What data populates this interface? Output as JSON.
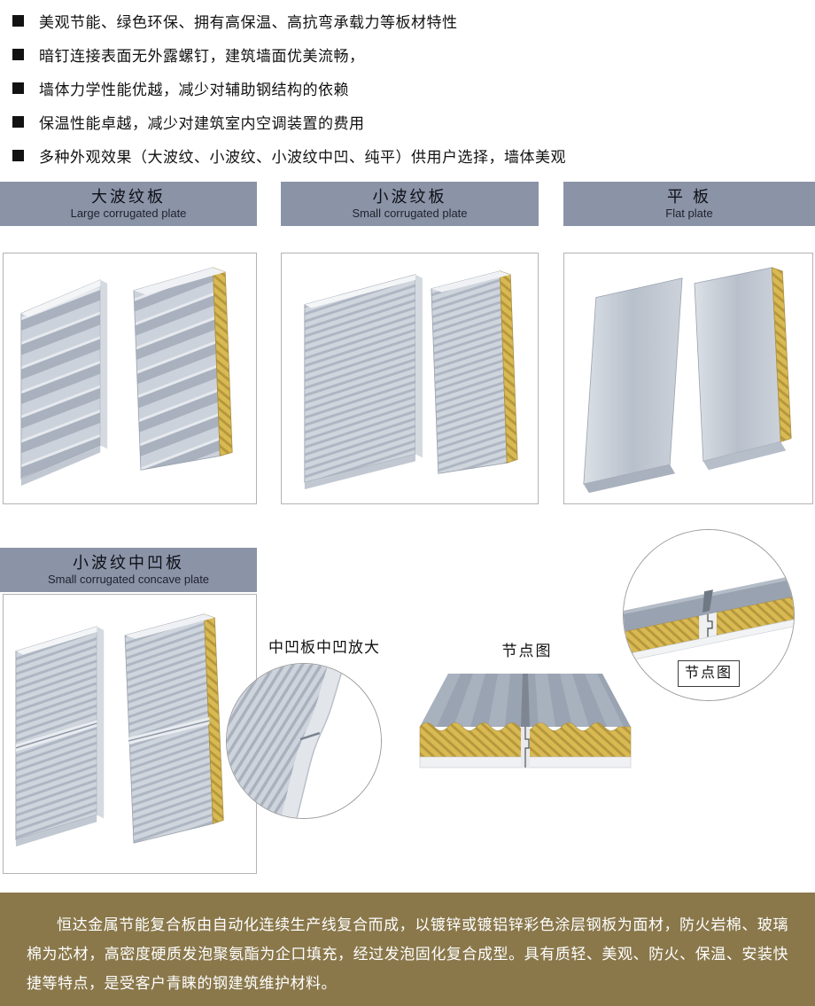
{
  "features": [
    "美观节能、绿色环保、拥有高保温、高抗弯承载力等板材特性",
    "暗钉连接表面无外露螺钉，建筑墙面优美流畅，",
    "墙体力学性能优越，减少对辅助钢结构的依赖",
    "保温性能卓越，减少对建筑室内空调装置的费用",
    "多种外观效果（大波纹、小波纹、小波纹中凹、纯平）供用户选择，墙体美观"
  ],
  "panel_types": [
    {
      "title_cn": "大波纹板",
      "title_en": "Large corrugated plate"
    },
    {
      "title_cn": "小波纹板",
      "title_en": "Small corrugated plate"
    },
    {
      "title_cn": "平 板",
      "title_en": "Flat plate"
    },
    {
      "title_cn": "小波纹中凹板",
      "title_en": "Small corrugated concave plate"
    }
  ],
  "labels": {
    "concave_zoom": "中凹板中凹放大",
    "joint_center": "节点图",
    "joint_right": "节点图"
  },
  "footer": {
    "text": "恒达金属节能复合板由自动化连续生产线复合而成，以镀锌或镀铝锌彩色涂层钢板为面材，防火岩棉、玻璃棉为芯材，高密度硬质发泡聚氨酯为企口填充，经过发泡固化复合成型。具有质轻、美观、防火、保温、安装快捷等特点，是受客户青睐的钢建筑维护材料。"
  },
  "colors": {
    "header_bar": "#8b93a7",
    "footer_bg": "#8a784b",
    "bullet": "#121212",
    "panel_light": "#ced4dc",
    "panel_dark": "#a9b1be",
    "insulation_core": "#d9ba52"
  }
}
